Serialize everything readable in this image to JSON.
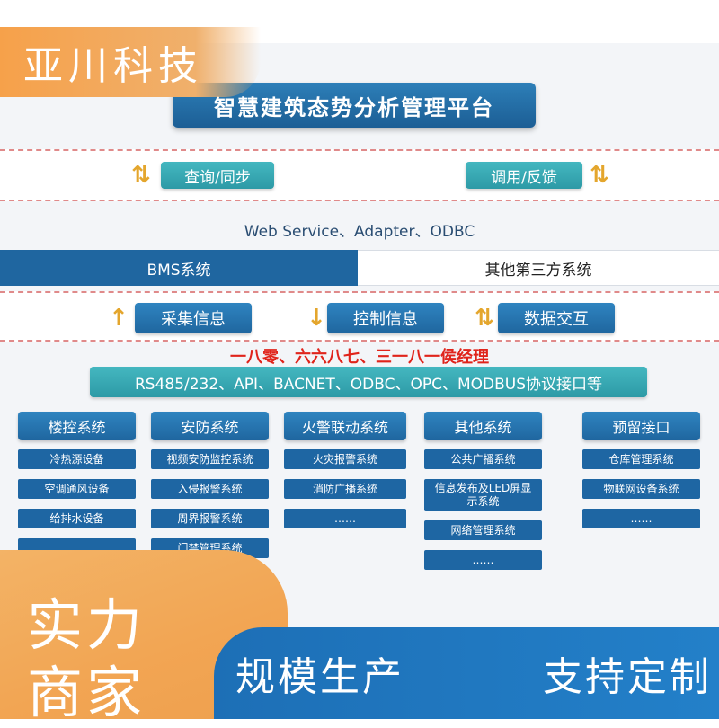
{
  "brand": {
    "company": "亚川科技",
    "word_1": "实力",
    "word_2": "商家",
    "slogan_1": "规模生产",
    "slogan_2": "支持定制"
  },
  "diagram": {
    "title": "智慧建筑态势分析管理平台",
    "top_left_label": "查询/同步",
    "top_right_label": "调用/反馈",
    "protocol_line": "Web Service、Adapter、ODBC",
    "bms_label": "BMS系统",
    "third_party_label": "其他第三方系统",
    "mid_buttons": [
      "采集信息",
      "控制信息",
      "数据交互"
    ],
    "red_note": "一八零、六六八七、三一八一侯经理",
    "interface_line": "RS485/232、API、BACNET、ODBC、OPC、MODBUS协议接口等",
    "columns": [
      {
        "title": "楼控系统",
        "items": [
          "冷热源设备",
          "空调通风设备",
          "给排水设备"
        ]
      },
      {
        "title": "安防系统",
        "items": [
          "视频安防监控系统",
          "入侵报警系统",
          "周界报警系统",
          "门禁管理系统",
          "……"
        ]
      },
      {
        "title": "火警联动系统",
        "items": [
          "火灾报警系统",
          "消防广播系统",
          "……"
        ]
      },
      {
        "title": "其他系统",
        "items": [
          "公共广播系统",
          "信息发布及LED屏显示系统",
          "网络管理系统",
          "……"
        ]
      },
      {
        "title": "预留接口",
        "items": [
          "仓库管理系统",
          "物联网设备系统",
          "……"
        ]
      }
    ]
  },
  "colors": {
    "primary_blue": "#1f66a0",
    "teal": "#2d9aa6",
    "orange": "#f2a553",
    "arrow": "#e4a62d",
    "red_note": "#e0241b"
  }
}
